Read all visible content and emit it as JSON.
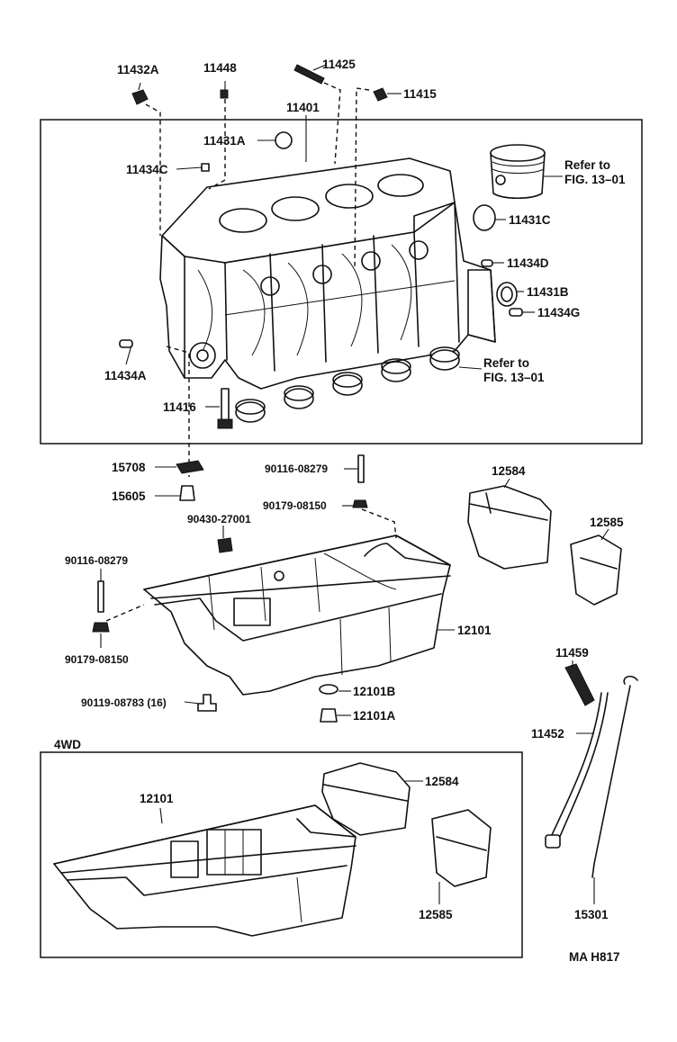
{
  "labels": {
    "p11432A": "11432A",
    "p11448": "11448",
    "p11425": "11425",
    "p11415": "11415",
    "p11401": "11401",
    "p11431A": "11431A",
    "p11434C": "11434C",
    "refer1a": "Refer to",
    "refer1b": "FIG. 13–01",
    "p11431C": "11431C",
    "p11434D": "11434D",
    "p11431B": "11431B",
    "p11434G": "11434G",
    "p11434A": "11434A",
    "refer2a": "Refer to",
    "refer2b": "FIG. 13–01",
    "p11416": "11416",
    "p15708": "15708",
    "p15605": "15605",
    "p90116a": "90116-08279",
    "p90179a": "90179-08150",
    "p12584a": "12584",
    "p12585a": "12585",
    "p90430": "90430-27001",
    "p90116b": "90116-08279",
    "p12101a": "12101",
    "p90179b": "90179-08150",
    "p11459": "11459",
    "p12101B": "12101B",
    "p90119": "90119-08783 (16)",
    "p12101A": "12101A",
    "p11452": "11452",
    "section4wd": "4WD",
    "p12584b": "12584",
    "p12101b": "12101",
    "p12585b": "12585",
    "p15301": "15301",
    "code": "MA H817"
  }
}
